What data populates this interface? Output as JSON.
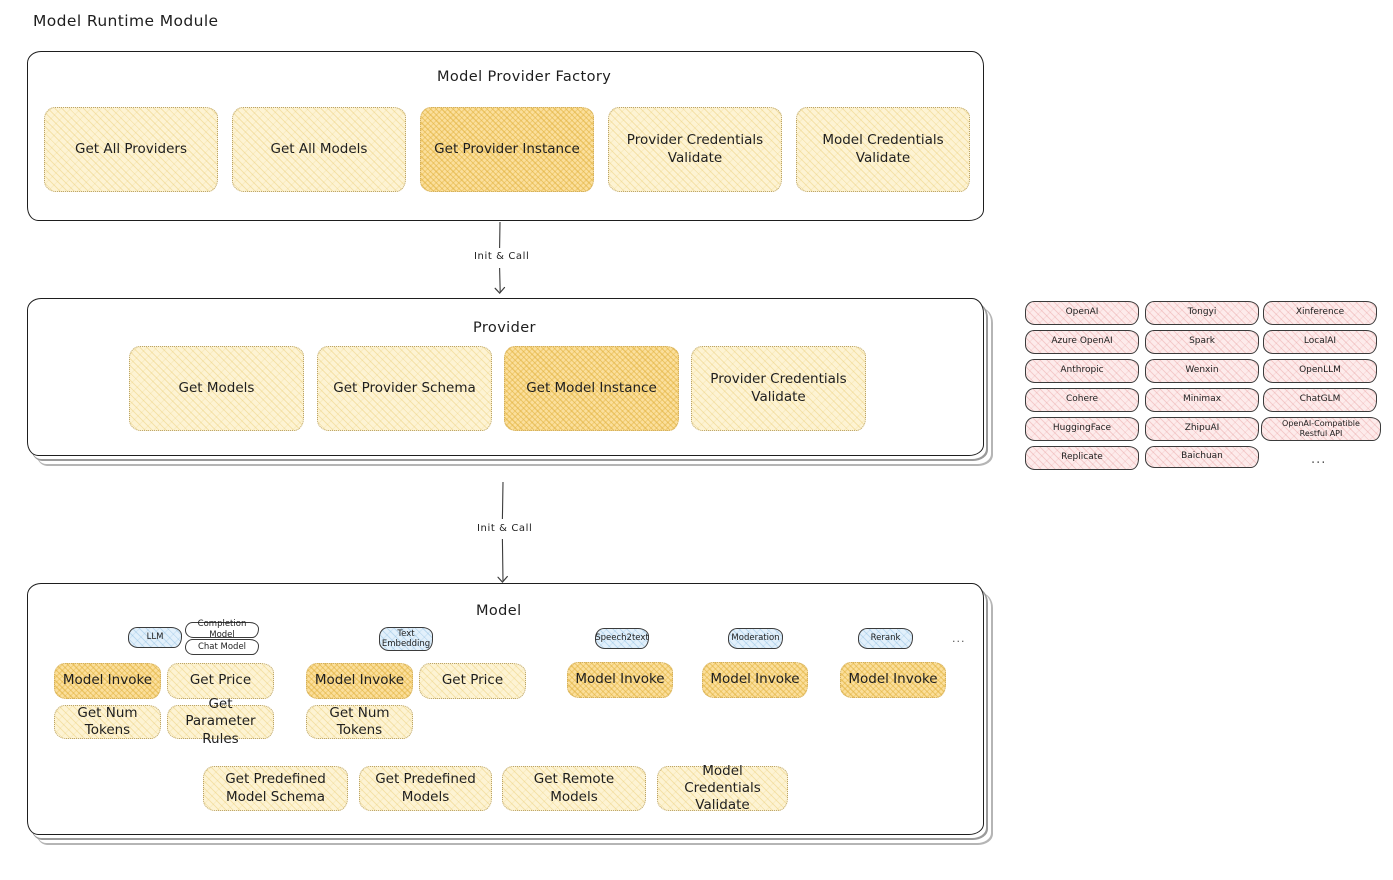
{
  "page": {
    "title": "Model Runtime Module"
  },
  "arrows": [
    {
      "label": "Init & Call"
    },
    {
      "label": "Init & Call"
    }
  ],
  "factory": {
    "title": "Model Provider Factory",
    "nodes": [
      {
        "label": "Get All Providers",
        "style": "light"
      },
      {
        "label": "Get All Models",
        "style": "light"
      },
      {
        "label": "Get Provider Instance",
        "style": "strong"
      },
      {
        "label": "Provider Credentials Validate",
        "style": "light"
      },
      {
        "label": "Model Credentials Validate",
        "style": "light"
      }
    ]
  },
  "provider": {
    "title": "Provider",
    "nodes": [
      {
        "label": "Get Models",
        "style": "light"
      },
      {
        "label": "Get Provider Schema",
        "style": "light"
      },
      {
        "label": "Get Model Instance",
        "style": "strong"
      },
      {
        "label": "Provider Credentials Validate",
        "style": "light"
      }
    ]
  },
  "provider_list": {
    "columns": [
      [
        "OpenAI",
        "Azure OpenAI",
        "Anthropic",
        "Cohere",
        "HuggingFace",
        "Replicate"
      ],
      [
        "Tongyi",
        "Spark",
        "Wenxin",
        "Minimax",
        "ZhipuAI",
        "Baichuan"
      ],
      [
        "Xinference",
        "LocalAI",
        "OpenLLM",
        "ChatGLM",
        "OpenAI-Compatible Restful API"
      ]
    ],
    "ellipsis": "..."
  },
  "model": {
    "title": "Model",
    "ellipsis": "...",
    "types": [
      {
        "name": "LLM",
        "sub": [
          "Completion Model",
          "Chat Model"
        ],
        "nodes": [
          {
            "label": "Model Invoke",
            "style": "strong"
          },
          {
            "label": "Get Price",
            "style": "light"
          },
          {
            "label": "Get Num Tokens",
            "style": "light"
          },
          {
            "label": "Get Parameter Rules",
            "style": "light"
          }
        ]
      },
      {
        "name": "Text Embedding",
        "sub": [],
        "nodes": [
          {
            "label": "Model Invoke",
            "style": "strong"
          },
          {
            "label": "Get Price",
            "style": "light"
          },
          {
            "label": "Get Num Tokens",
            "style": "light"
          }
        ]
      },
      {
        "name": "Speech2text",
        "sub": [],
        "nodes": [
          {
            "label": "Model Invoke",
            "style": "strong"
          }
        ]
      },
      {
        "name": "Moderation",
        "sub": [],
        "nodes": [
          {
            "label": "Model Invoke",
            "style": "strong"
          }
        ]
      },
      {
        "name": "Rerank",
        "sub": [],
        "nodes": [
          {
            "label": "Model Invoke",
            "style": "strong"
          }
        ]
      }
    ],
    "common_nodes": [
      {
        "label": "Get Predefined Model Schema",
        "style": "light"
      },
      {
        "label": "Get Predefined Models",
        "style": "light"
      },
      {
        "label": "Get Remote Models",
        "style": "light"
      },
      {
        "label": "Model Credentials Validate",
        "style": "light"
      }
    ]
  },
  "colors": {
    "node_light": "#fdf3d3",
    "node_strong": "#fbdf9c",
    "node_pink": "#fdebeb",
    "node_blue": "#e2f0fb",
    "stroke": "#1e1e1e",
    "background": "#ffffff"
  }
}
